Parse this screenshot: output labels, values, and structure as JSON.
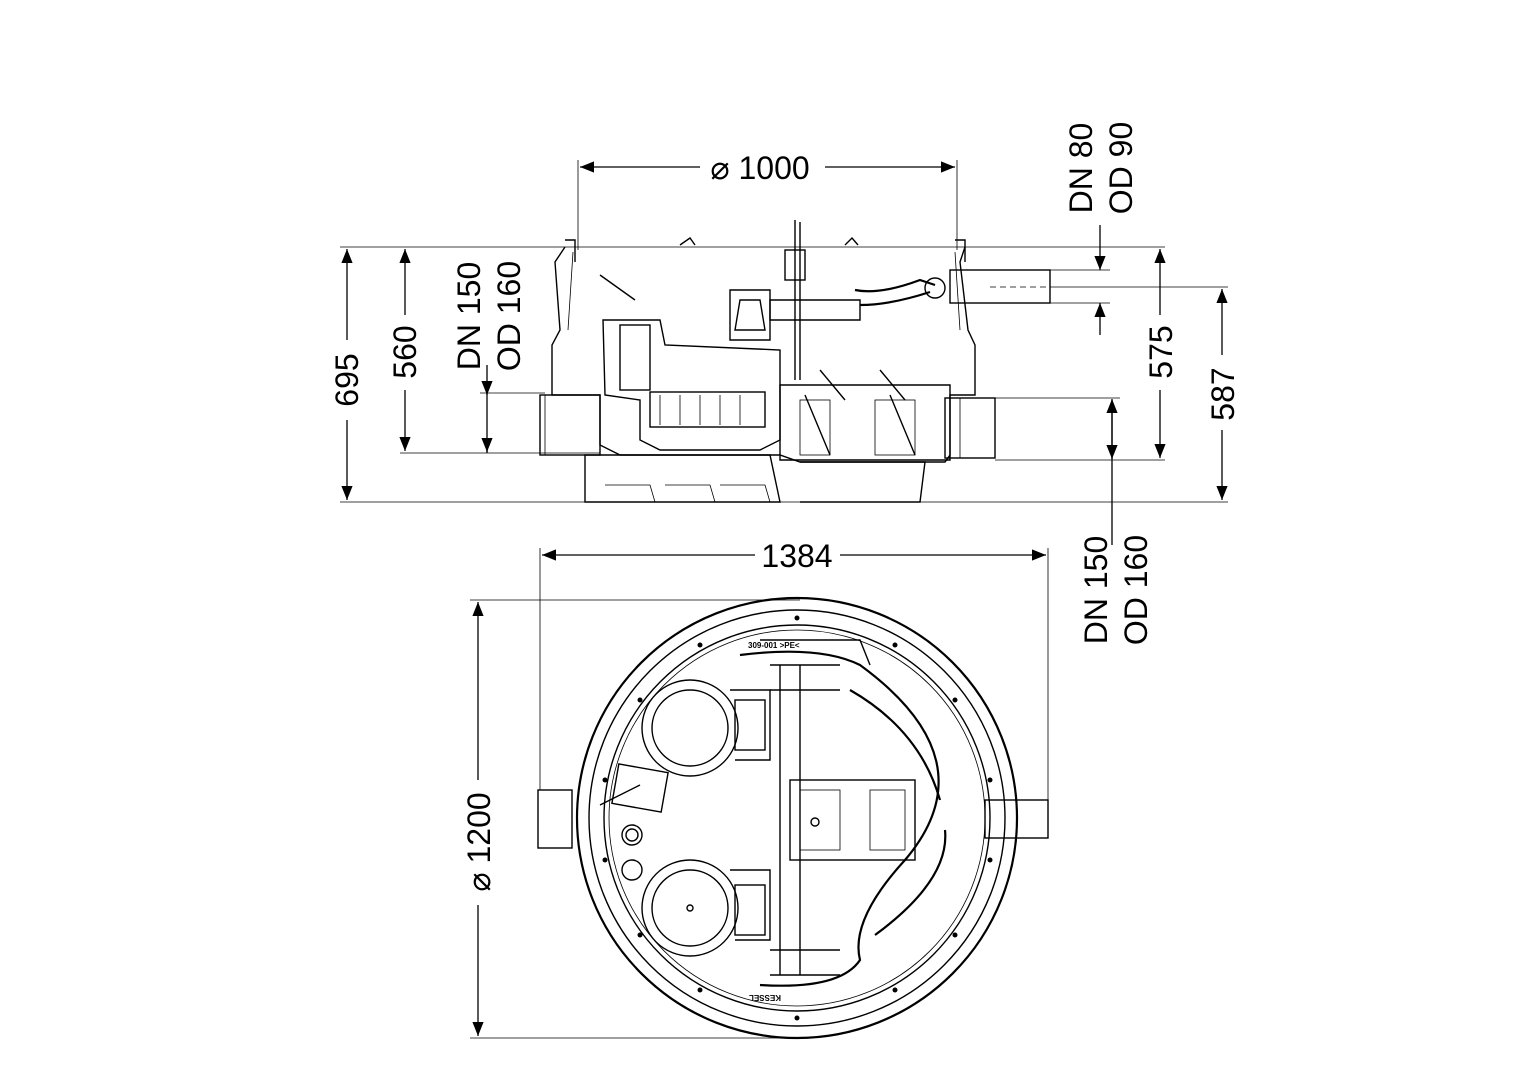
{
  "side_view": {
    "diameter_top": "⌀ 1000",
    "outlet_top_dn": "DN 80",
    "outlet_top_od": "OD 90",
    "inlet_left_dn": "DN 150",
    "inlet_left_od": "OD 160",
    "height_total": "695",
    "height_inlet": "560",
    "height_outlet_right": "575",
    "height_right_pipe": "587"
  },
  "top_view": {
    "width_total": "1384",
    "outlet_right_dn": "DN 150",
    "outlet_right_od": "OD 160",
    "diameter_outer": "⌀ 1200",
    "label_part": "309-001 >PE<",
    "label_brand": "KESSEL"
  },
  "colors": {
    "line": "#000000",
    "background": "#ffffff"
  }
}
